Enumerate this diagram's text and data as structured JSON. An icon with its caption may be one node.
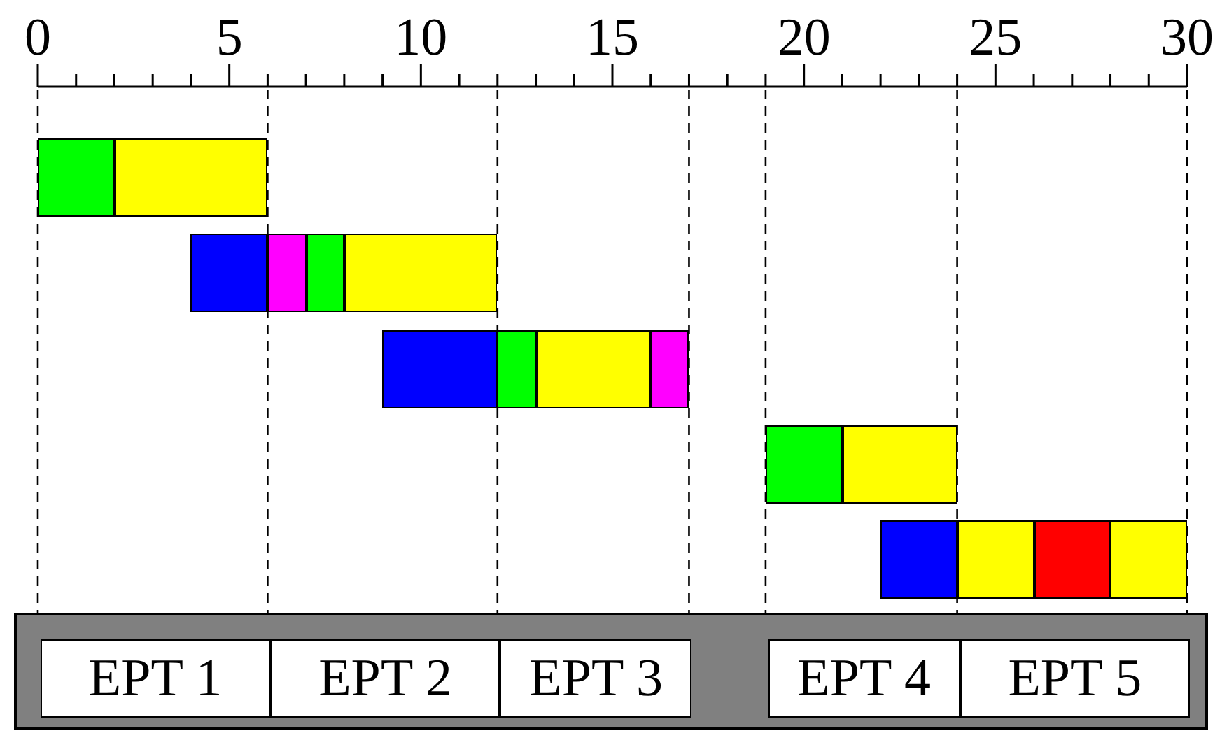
{
  "diagram": {
    "nodes": [
      {
        "text": [],
        "shape": "bar"
      },
      {
        "text": [
          "EPT 1"
        ],
        "in": 0
      },
      {
        "text": [
          "EPT 2"
        ],
        "in": 0
      },
      {
        "text": [
          "EPT 3"
        ],
        "in": 0
      },
      {
        "text": [
          "EPT 4"
        ],
        "in": 0
      },
      {
        "text": [
          "EPT 5"
        ],
        "in": 0
      },
      {
        "text": [],
        "shape": "box"
      },
      {
        "text": [],
        "shape": "box"
      },
      {
        "text": [],
        "shape": "box"
      },
      {
        "text": [],
        "shape": "box"
      },
      {
        "text": [],
        "shape": "box"
      },
      {
        "text": [],
        "shape": "box"
      },
      {
        "text": [],
        "shape": "box"
      },
      {
        "text": [],
        "shape": "box"
      },
      {
        "text": [],
        "shape": "box"
      },
      {
        "text": [],
        "shape": "box"
      },
      {
        "text": [],
        "shape": "box"
      },
      {
        "text": [],
        "shape": "box"
      },
      {
        "text": [],
        "shape": "box"
      },
      {
        "text": [],
        "shape": "box"
      },
      {
        "text": [],
        "shape": "box"
      },
      {
        "text": [],
        "shape": "box"
      }
    ],
    "edges": [],
    "labels": [
      "0",
      "5",
      "10",
      "15",
      "20",
      "25",
      "30"
    ]
  }
}
